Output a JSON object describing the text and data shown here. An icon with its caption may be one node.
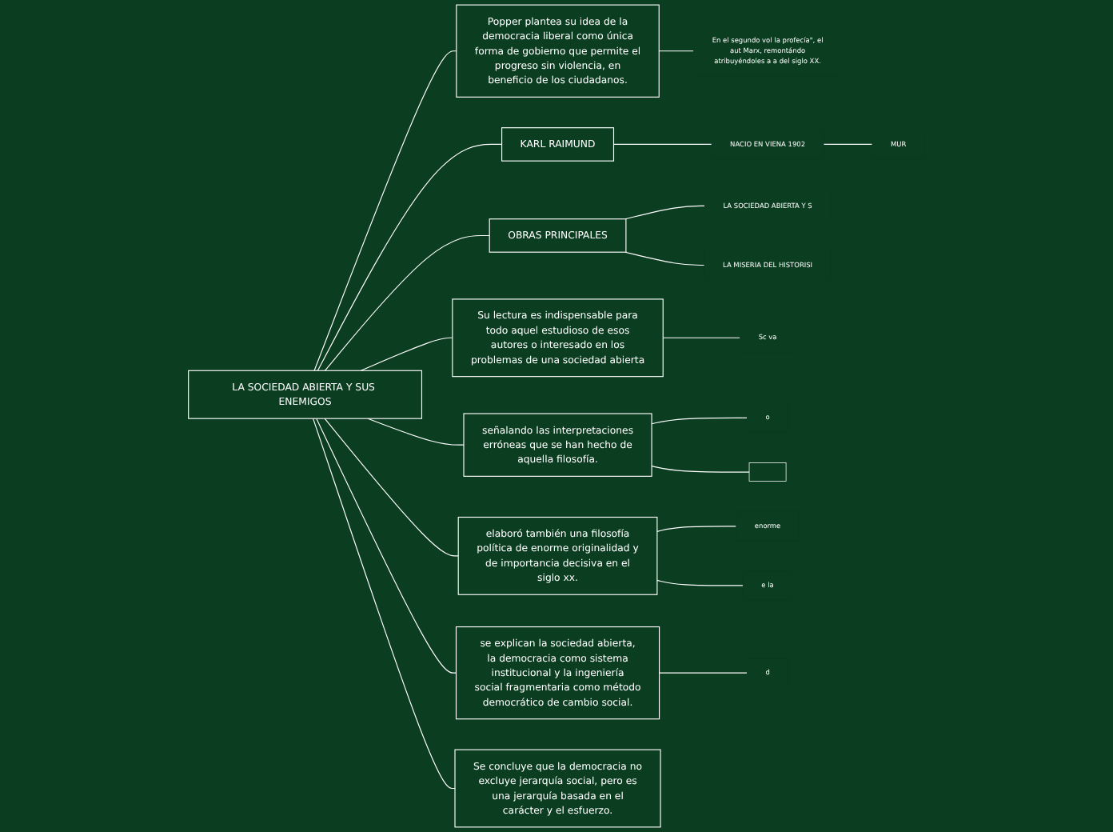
{
  "diagram": {
    "nodes": [
      {
        "text": [
          "LA SOCIEDAD ABIERTA Y SUS ENEMIGOS"
        ]
      },
      {
        "text": [
          "Popper plantea su idea de la democracia liberal como única forma de gobierno que permite el progreso sin violencia, en beneficio de los ciudadanos."
        ]
      },
      {
        "text": [
          "En el segundo vol la profecía\", el aut Marx, remontándo atribuyéndoles a a del siglo XX."
        ]
      },
      {
        "text": [
          "KARL RAIMUND"
        ]
      },
      {
        "text": [
          "NACIO EN VIENA 1902"
        ]
      },
      {
        "text": [
          "MUR"
        ]
      },
      {
        "text": [
          "OBRAS PRINCIPALES"
        ]
      },
      {
        "text": [
          "LA SOCIEDAD ABIERTA Y S"
        ]
      },
      {
        "text": [
          "LA MISERIA DEL HISTORISI"
        ]
      },
      {
        "text": [
          "Su lectura es indispensable para todo aquel estudioso de esos autores o interesado en los problemas de una sociedad abierta"
        ]
      },
      {
        "text": [
          "Sc va"
        ]
      },
      {
        "text": [
          "señalando las interpretaciones erróneas que se han hecho de aquella filosofía."
        ]
      },
      {
        "text": [
          "o"
        ]
      },
      {
        "text": [],
        "shape": "box"
      },
      {
        "text": [
          "elaboró también una filosofía política de enorme originalidad y de importancia decisiva en el siglo xx."
        ]
      },
      {
        "text": [
          "enorme"
        ]
      },
      {
        "text": [
          "e la"
        ]
      },
      {
        "text": [
          "se explican la sociedad abierta, la democracia como sistema institucional y la ingeniería social fragmentaria como método democrático de cambio social."
        ]
      },
      {
        "text": [
          "d"
        ]
      },
      {
        "text": [
          "Se concluye que la democracia no excluye jerarquía social, pero es una jerarquía basada en el carácter y el esfuerzo."
        ]
      }
    ],
    "edges": [
      {
        "from": 0,
        "to": 1,
        "arrow": "none"
      },
      {
        "from": 1,
        "to": 2,
        "arrow": "none"
      },
      {
        "from": 0,
        "to": 3,
        "arrow": "none"
      },
      {
        "from": 3,
        "to": 4,
        "arrow": "none"
      },
      {
        "from": 4,
        "to": 5,
        "arrow": "none"
      },
      {
        "from": 0,
        "to": 6,
        "arrow": "none"
      },
      {
        "from": 6,
        "to": 7,
        "arrow": "none"
      },
      {
        "from": 6,
        "to": 8,
        "arrow": "none"
      },
      {
        "from": 0,
        "to": 9,
        "arrow": "none"
      },
      {
        "from": 9,
        "to": 10,
        "arrow": "none"
      },
      {
        "from": 0,
        "to": 11,
        "arrow": "none"
      },
      {
        "from": 11,
        "to": 12,
        "arrow": "none"
      },
      {
        "from": 11,
        "to": 13,
        "arrow": "none"
      },
      {
        "from": 0,
        "to": 14,
        "arrow": "none"
      },
      {
        "from": 14,
        "to": 15,
        "arrow": "none"
      },
      {
        "from": 14,
        "to": 16,
        "arrow": "none"
      },
      {
        "from": 0,
        "to": 17,
        "arrow": "none"
      },
      {
        "from": 17,
        "to": 18,
        "arrow": "none"
      },
      {
        "from": 0,
        "to": 19,
        "arrow": "none"
      }
    ]
  }
}
